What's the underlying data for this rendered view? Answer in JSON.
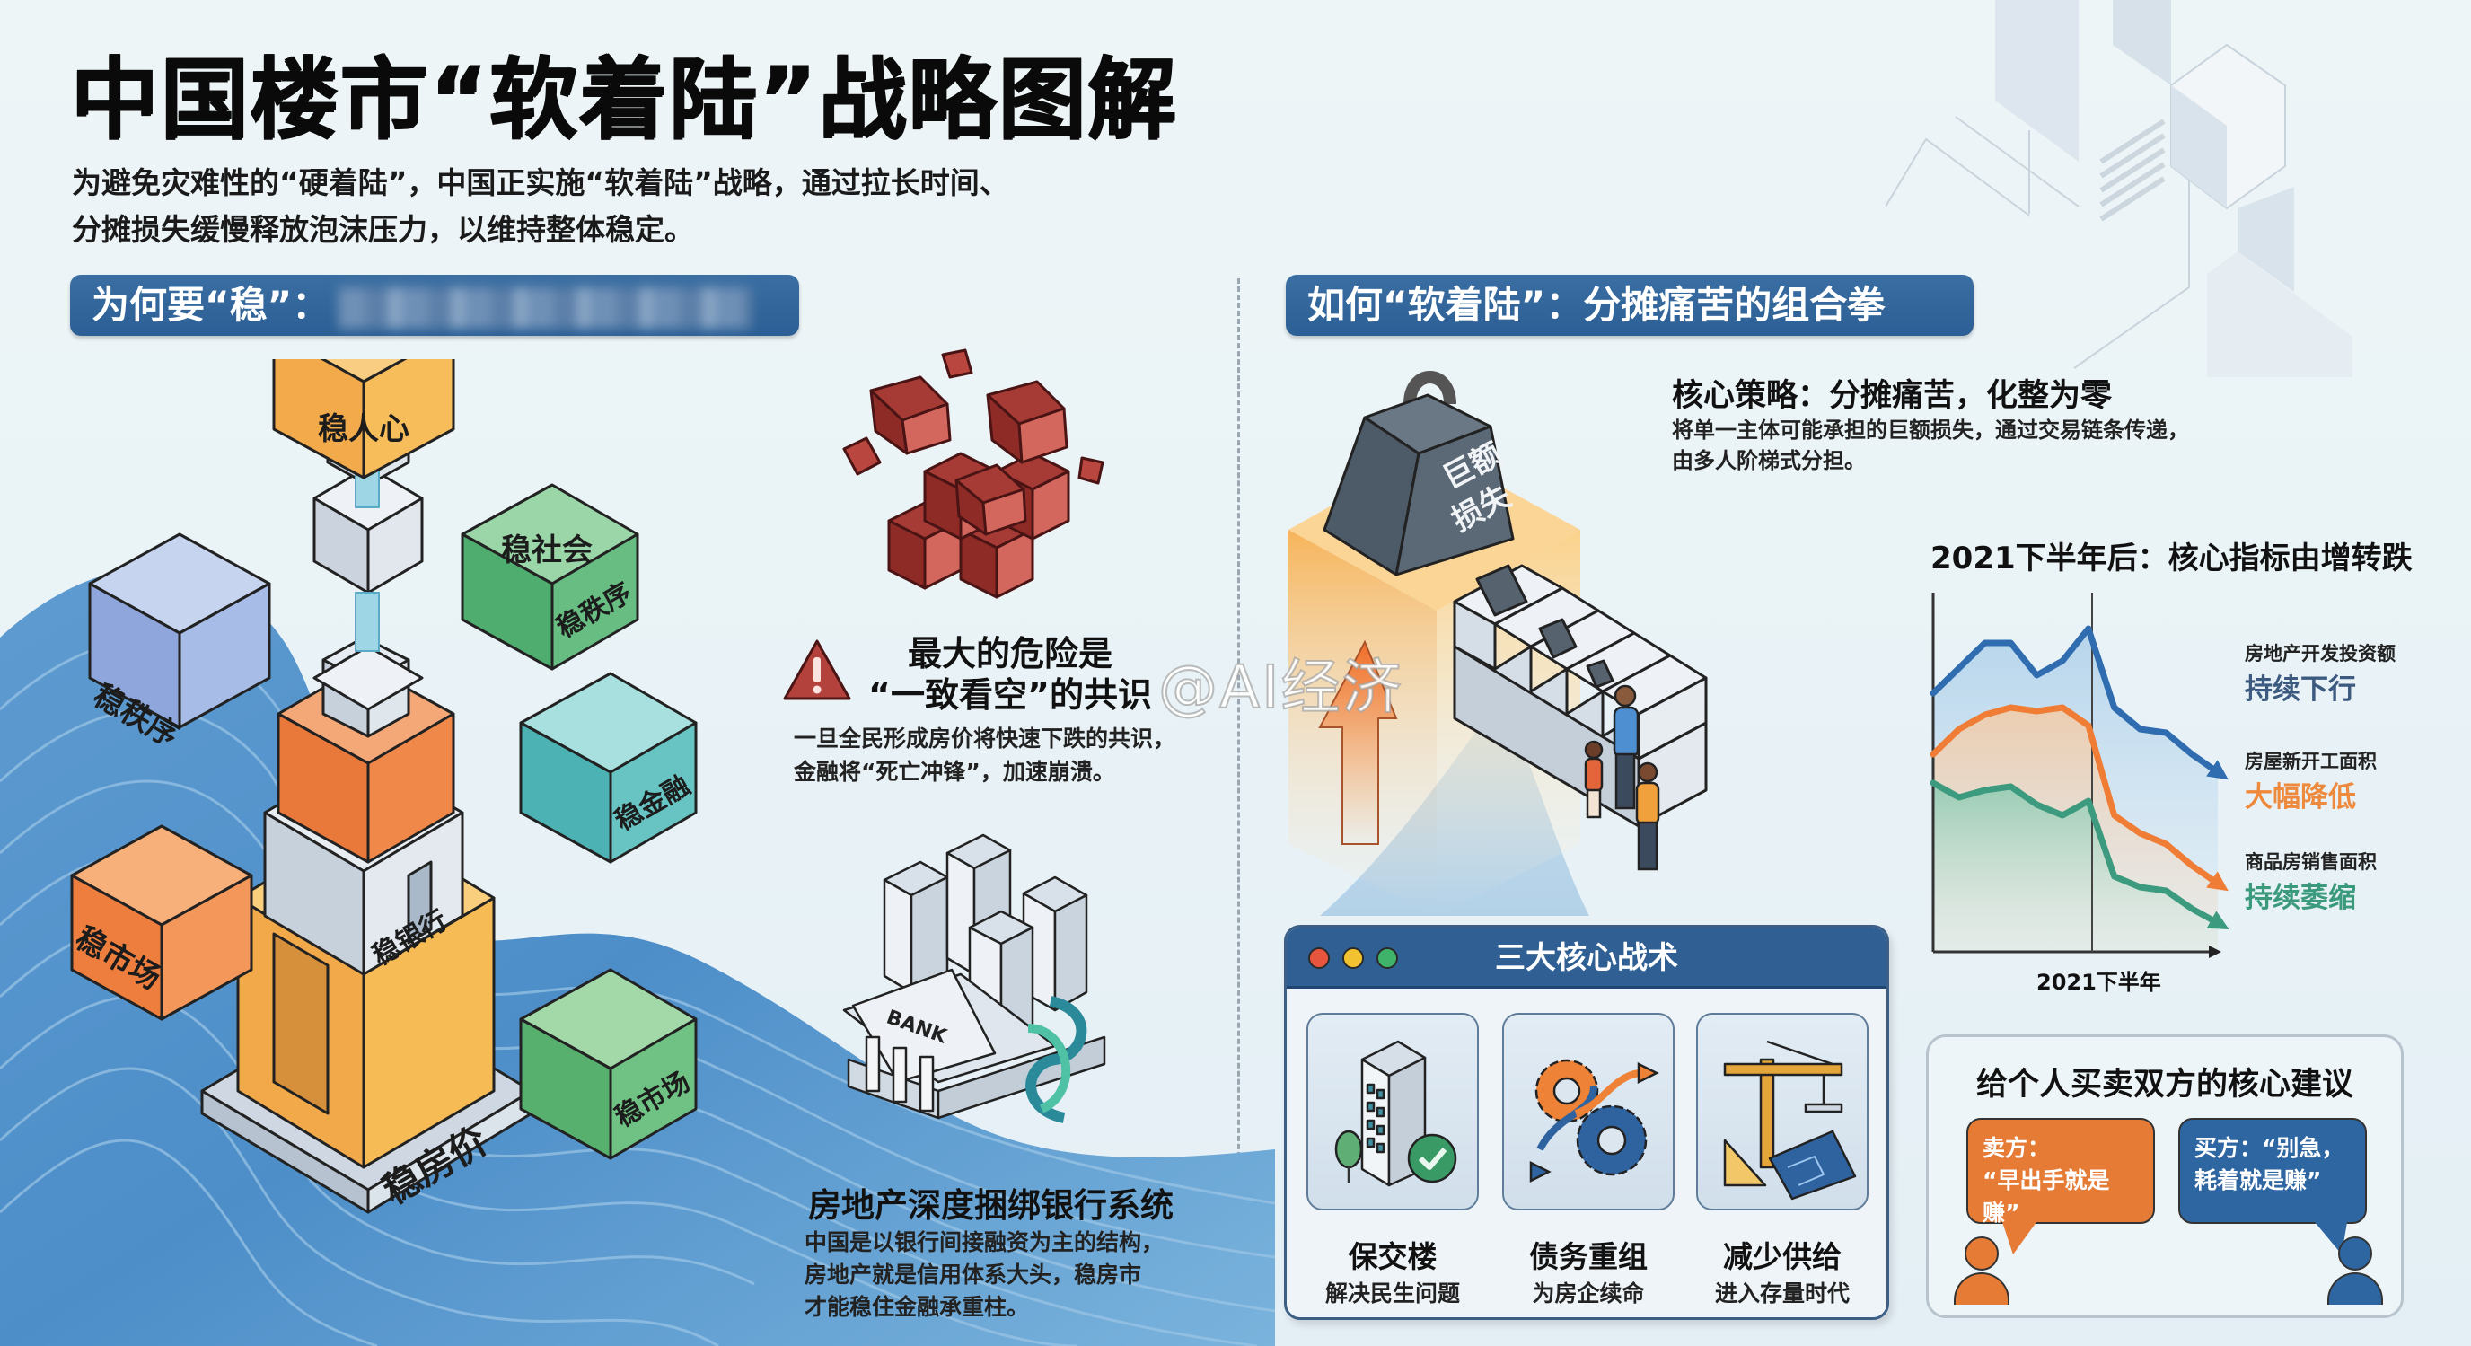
{
  "header": {
    "title": "中国楼市“软着陆”战略图解",
    "subtitle_line1": "为避免灾难性的“硬着陆”，中国正实施“软着陆”战略，通过拉长时间、",
    "subtitle_line2": "分摊损失缓慢释放泡沫压力，以维持整体稳定。"
  },
  "left_section": {
    "banner": "为何要“稳”：",
    "banner_obscured": true,
    "cubes": [
      {
        "label": "稳人心",
        "color": "#f4b24a"
      },
      {
        "label": "稳社会",
        "sub_label": "稳秩序",
        "color": "#5fb97d"
      },
      {
        "label": "稳秩序",
        "color": "#8fa6db"
      },
      {
        "label": "稳金融",
        "color": "#5cbfbf"
      },
      {
        "label": "稳市场",
        "color": "#ef8a45"
      },
      {
        "label": "稳银行",
        "color": "#ef8a45"
      },
      {
        "label": "稳市场",
        "color": "#66bb7a"
      },
      {
        "label": "稳房价",
        "color": "#f6b84c"
      }
    ],
    "danger": {
      "icon": "warning-triangle-icon",
      "title_line1": "最大的危险是",
      "title_line2": "“一致看空”的共识",
      "desc_line1": "一旦全民形成房价将快速下跌的共识，",
      "desc_line2": "金融将“死亡冲锋”，加速崩溃。"
    },
    "bank": {
      "bank_sign": "BANK",
      "title": "房地产深度捆绑银行系统",
      "desc_line1": "中国是以银行间接融资为主的结构，",
      "desc_line2": "房地产就是信用体系大头，稳房市",
      "desc_line3": "才能稳住金融承重柱。"
    }
  },
  "right_section": {
    "banner": "如何“软着陆”：分摊痛苦的组合拳",
    "weight_label_line1": "巨额",
    "weight_label_line2": "损失",
    "strategy": {
      "title": "核心策略：分摊痛苦，化整为零",
      "desc_line1": "将单一主体可能承担的巨额损失，通过交易链条传递，",
      "desc_line2": "由多人阶梯式分担。"
    },
    "tactics_panel": {
      "title": "三大核心战术",
      "window_dots": [
        "#e8553f",
        "#f2c230",
        "#3fb36a"
      ],
      "items": [
        {
          "name": "保交楼",
          "desc": "解决民生问题",
          "icon": "building-check-icon"
        },
        {
          "name": "债务重组",
          "desc": "为房企续命",
          "icon": "gears-chain-icon"
        },
        {
          "name": "减少供给",
          "desc": "进入存量时代",
          "icon": "crane-blueprint-icon"
        }
      ]
    },
    "advice": {
      "title": "给个人买卖双方的核心建议",
      "seller_label": "卖方：",
      "seller_quote": "“早出手就是赚”",
      "buyer_label": "买方：“别急，",
      "buyer_quote": "耗着就是赚”"
    }
  },
  "chart_data": {
    "type": "line",
    "title": "2021下半年后：核心指标由增转跌",
    "xlabel": "",
    "ylabel": "",
    "x_marker_label": "2021下半年",
    "x": [
      0,
      1,
      2,
      3,
      4,
      5,
      6,
      7,
      8,
      9,
      10,
      11
    ],
    "divider_index": 6,
    "series": [
      {
        "name": "房地产开发投资额",
        "status": "持续下行",
        "color": "#2f6db0",
        "values": [
          72,
          79,
          86,
          86,
          77,
          81,
          90,
          68,
          62,
          61,
          55,
          50
        ]
      },
      {
        "name": "房屋新开工面积",
        "status": "大幅降低",
        "color": "#ef7d35",
        "values": [
          55,
          62,
          66,
          68,
          67,
          68,
          63,
          38,
          33,
          30,
          24,
          19
        ]
      },
      {
        "name": "商品房销售面积",
        "status": "持续萎缩",
        "color": "#3c9a7e",
        "values": [
          47,
          43,
          45,
          46,
          41,
          38,
          42,
          21,
          18,
          17,
          12,
          8
        ]
      }
    ],
    "ylim": [
      0,
      100
    ],
    "grid": false,
    "legend_position": "right"
  },
  "watermark": "@AI经济"
}
